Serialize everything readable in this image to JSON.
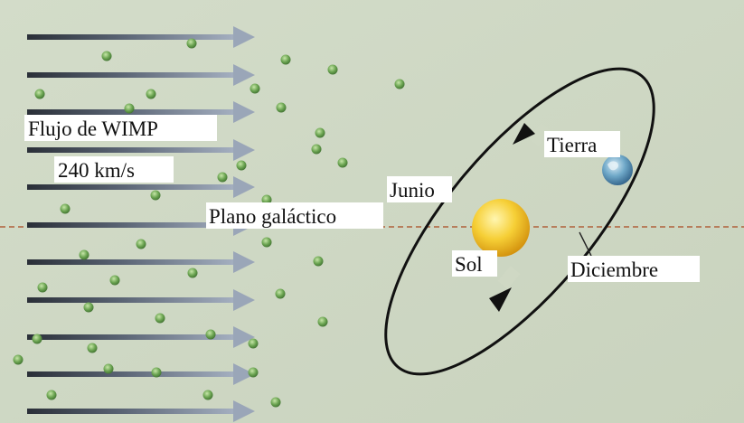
{
  "labels": {
    "wimp_flux": "Flujo de WIMP",
    "speed": "240 km/s",
    "galactic_plane": "Plano galáctico",
    "june": "Junio",
    "earth": "Tierra",
    "sun": "Sol",
    "december": "Diciembre"
  },
  "colors": {
    "background": "#cfd8c4",
    "arrow_dark": "#2f3540",
    "arrow_light": "#8e9aad",
    "particle": "#6ca552",
    "orbit": "#111111",
    "sun": "#f2bf1a",
    "earth": "#5a9bc4",
    "plane_line": "#b0603a"
  }
}
